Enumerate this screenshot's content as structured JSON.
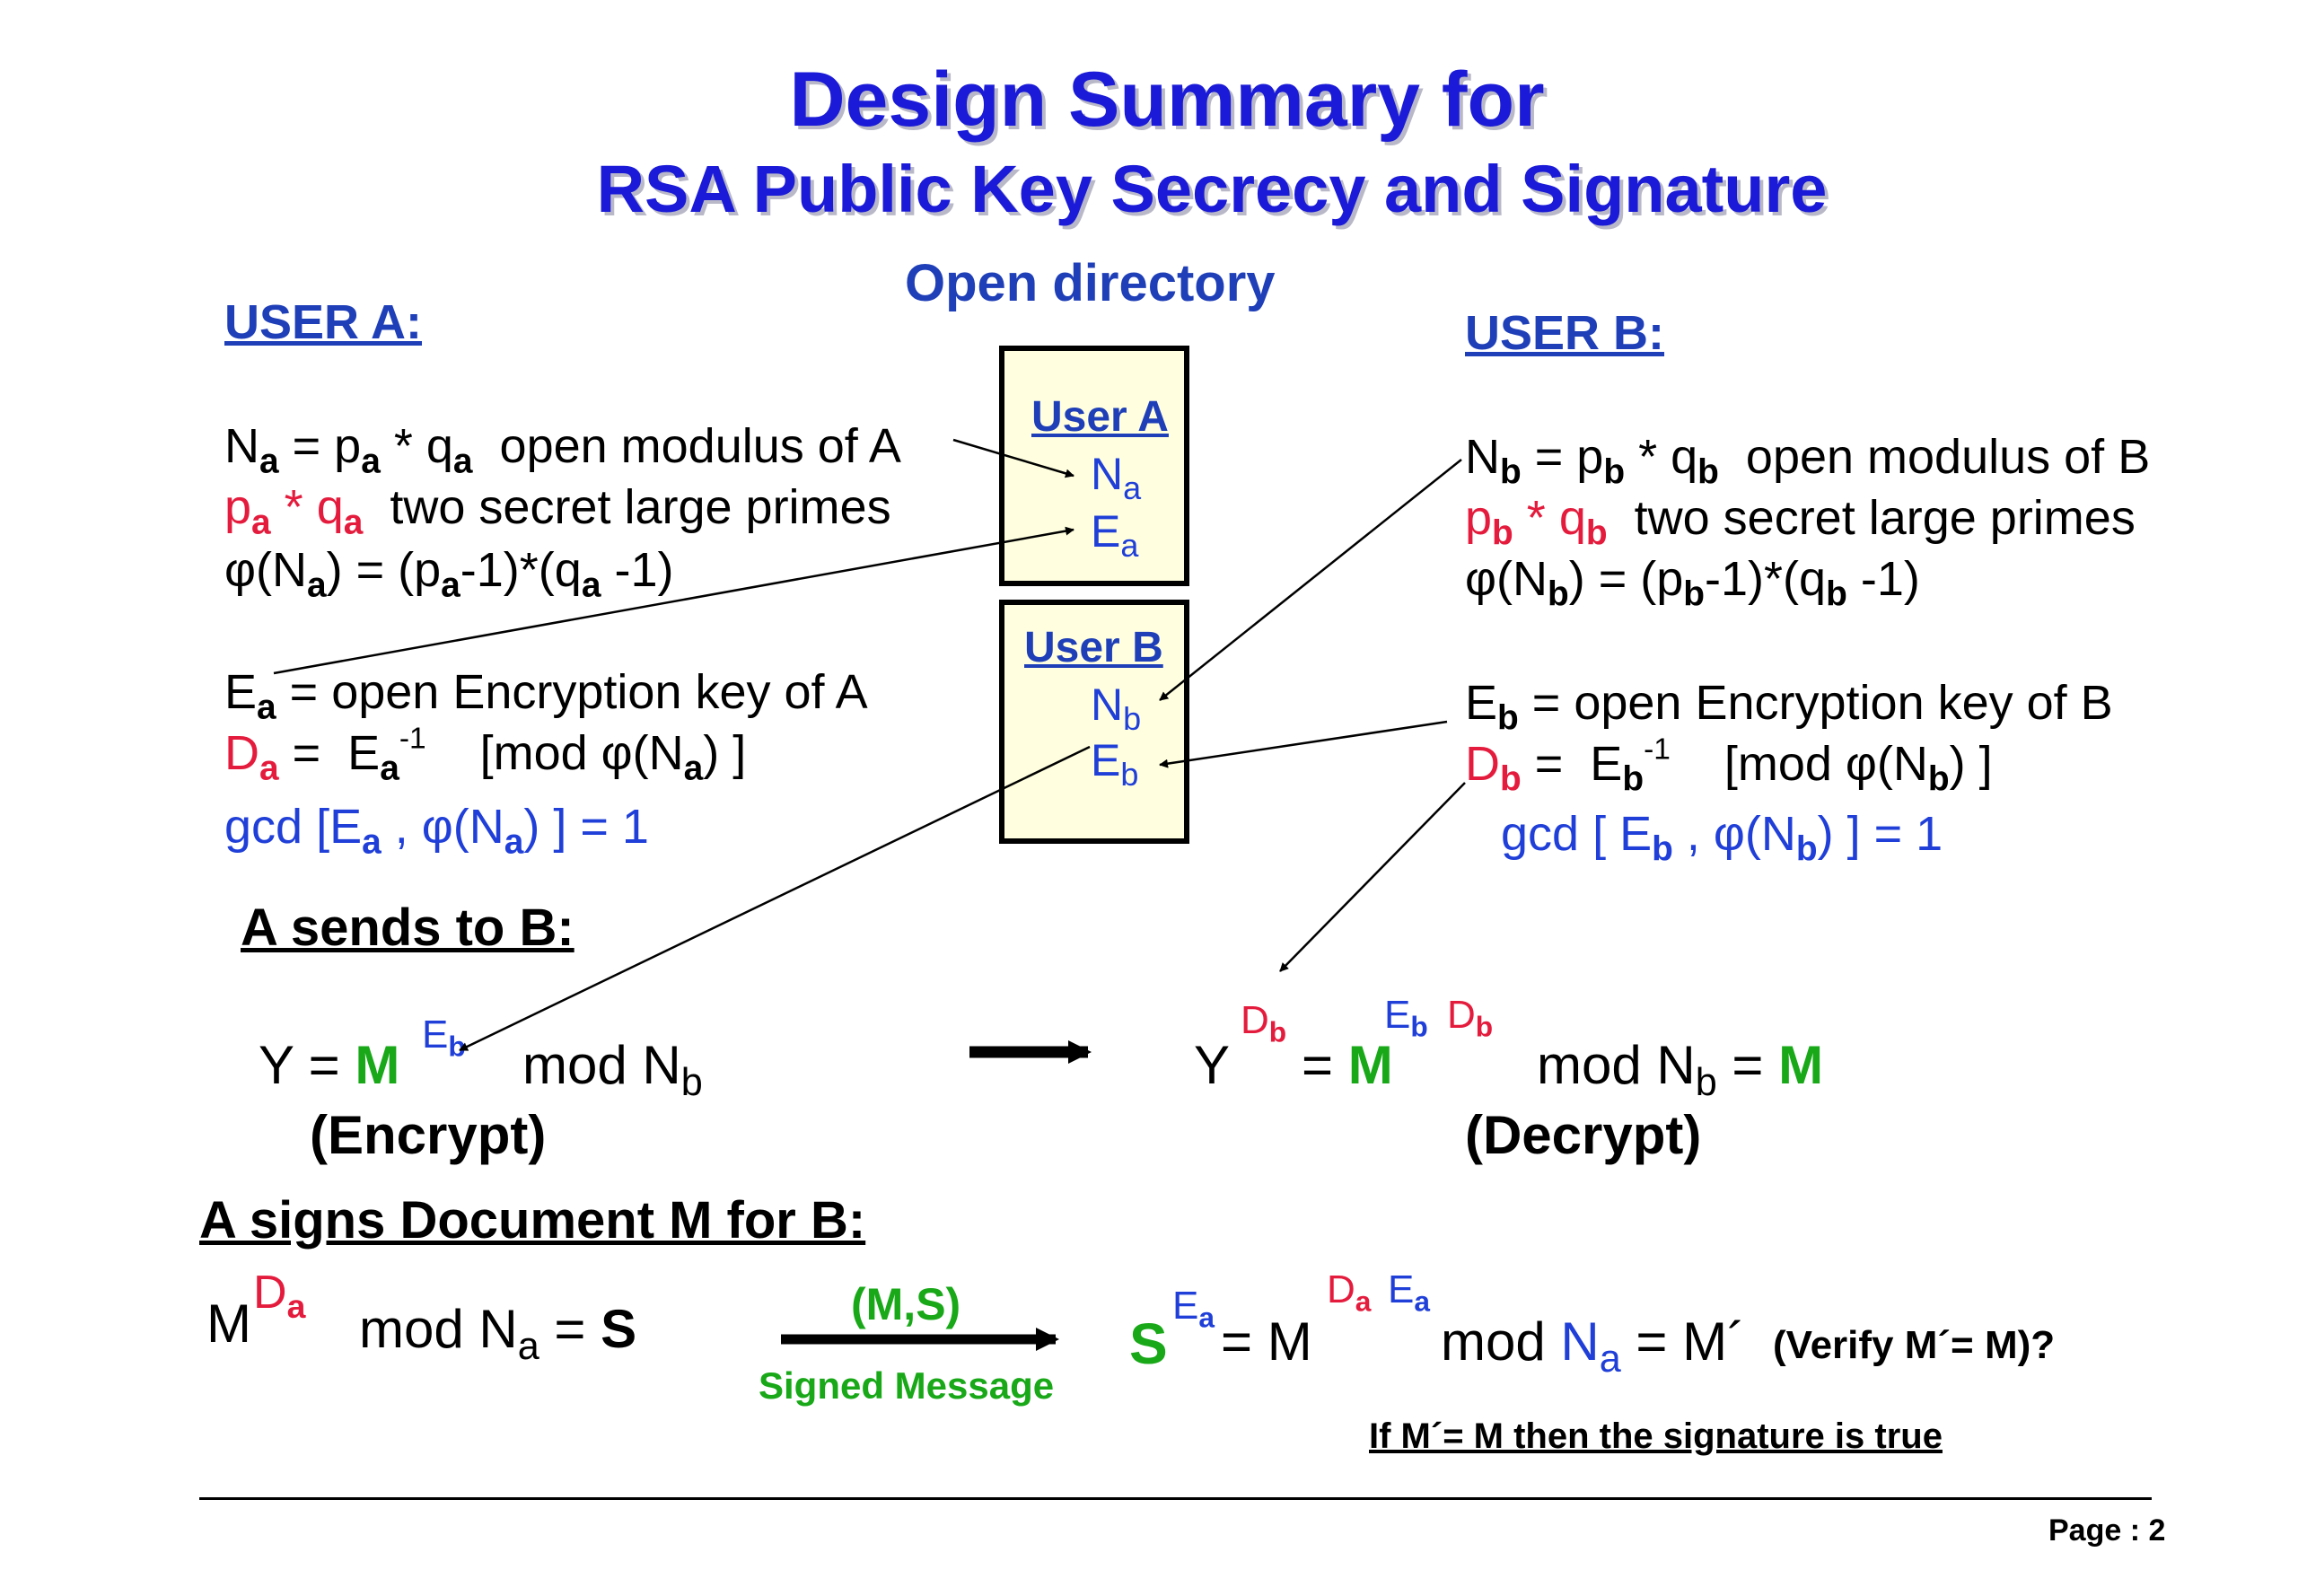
{
  "title": {
    "line1": "Design Summary for",
    "line2": "RSA Public Key Secrecy and Signature"
  },
  "open_directory": {
    "label": "Open directory",
    "user_a": {
      "label": "User A",
      "n": "N",
      "n_sub": "a",
      "e": "E",
      "e_sub": "a"
    },
    "user_b": {
      "label": "User B",
      "n": "N",
      "n_sub": "b",
      "e": "E",
      "e_sub": "b"
    }
  },
  "user_a": {
    "header": "USER A:",
    "modulus_desc": "open modulus of A",
    "primes_desc": "two secret large primes",
    "enc_key_desc": "= open Encryption key of A",
    "mod_phi": "[mod φ(N",
    "gcd": "gcd [E"
  },
  "user_b": {
    "header": "USER B:",
    "modulus_desc": "open modulus of B",
    "primes_desc": "two secret large primes",
    "enc_key_desc": "= open Encryption key of B",
    "mod_phi": "[mod φ(N",
    "gcd": "gcd [ E"
  },
  "sends": {
    "header": "A sends to B:",
    "encrypt": "(Encrypt)",
    "decrypt": "(Decrypt)"
  },
  "signs": {
    "header": "A signs Document M for B:",
    "message_pair": "(M,S)",
    "signed_message": "Signed Message",
    "verify": "(Verify M´= M)?",
    "conclusion": "If M´= M then the signature is true"
  },
  "footer": {
    "page": "Page :  2"
  },
  "colors": {
    "title": "#1a1ad8",
    "header": "#1f3fb8",
    "secret": "#e41b3c",
    "public": "#1f3fd8",
    "message": "#18a818",
    "box_fill": "#ffffe0"
  }
}
